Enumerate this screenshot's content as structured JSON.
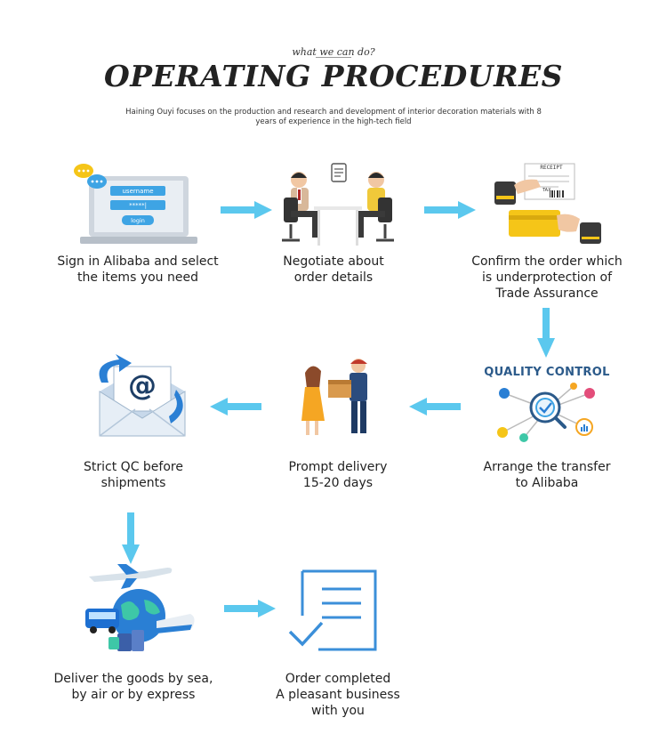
{
  "header": {
    "tagline": "what we can do?",
    "title": "OPERATING PROCEDURES",
    "subtitle": "Haining Ouyi focuses on the production and research and development of interior decoration materials with 8 years of experience in the high-tech field"
  },
  "login_card": {
    "username_placeholder": "username",
    "password_placeholder": "*****|",
    "login_label": "login"
  },
  "receipt_text": "RECEIPT",
  "receipt_tax": "TAX",
  "qc_logo_text": "QUALITY CONTROL",
  "email_symbol": "@",
  "steps": [
    {
      "label": "Sign in Alibaba and select\nthe items you need"
    },
    {
      "label": "Negotiate about\norder details"
    },
    {
      "label": "Confirm the order which\nis underprotection of\nTrade Assurance"
    },
    {
      "label": "Arrange the transfer\nto Alibaba"
    },
    {
      "label": "Prompt delivery\n15-20 days"
    },
    {
      "label": "Strict QC before\nshipments"
    },
    {
      "label": "Deliver the goods by sea,\nby air or by express"
    },
    {
      "label": "Order completed\nA pleasant business\nwith you"
    }
  ],
  "colors": {
    "arrow": "#5bc8ee",
    "accent_blue": "#2a7fd4",
    "laptop_blue": "#3ea4e4",
    "qc_navy": "#2b5a8a",
    "card_yellow": "#f5c518",
    "outline_blue": "#3b8fd9"
  }
}
